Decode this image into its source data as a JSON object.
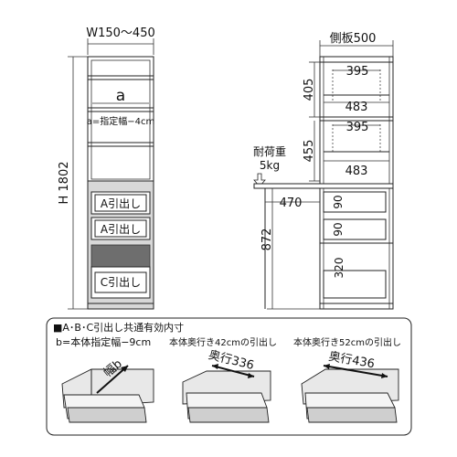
{
  "front": {
    "width_label": "W150～450",
    "height_label": "H 1802",
    "letter_a": "a",
    "width_note": "a=指定幅−4cm",
    "drawer_a_1": "A引出し",
    "drawer_a_2": "A引出し",
    "drawer_c": "C引出し"
  },
  "side": {
    "depth_label": "側板500",
    "dim_405": "405",
    "dim_395_top": "395",
    "dim_483_top": "483",
    "dim_455": "455",
    "dim_395_mid": "395",
    "dim_483_mid": "483",
    "load_label_1": "耐荷重",
    "load_label_2": "5kg",
    "dim_470": "470",
    "dim_90_a": "90",
    "dim_90_b": "90",
    "dim_872": "872",
    "dim_320": "320"
  },
  "bottom": {
    "heading": "■A･B･C引出し共通有効内寸",
    "note_b": "b=本体指定幅−9cm",
    "note_42": "本体奥行き42cmの引出し",
    "note_52": "本体奥行き52cmの引出し",
    "width_b": "幅b",
    "depth_336": "奥行336",
    "depth_436": "奥行436"
  }
}
